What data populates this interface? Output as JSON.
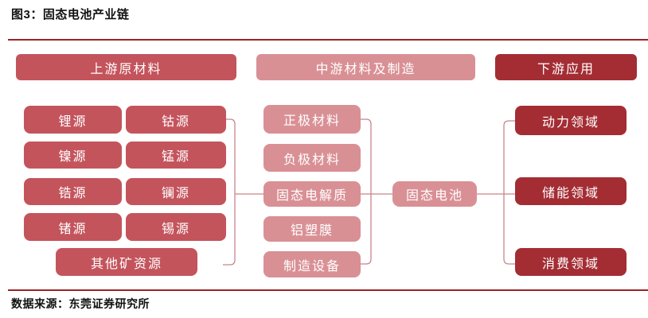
{
  "title": "图3：固态电池产业链",
  "source": "数据来源：东莞证券研究所",
  "colors": {
    "primary_red": "#c4545c",
    "light_pink": "#d99095",
    "dark_red": "#a42d34",
    "connector_line": "#c8858b",
    "rule_line": "#9c2227"
  },
  "upstream": {
    "header": "上游原材料",
    "boxes": [
      "锂源",
      "钴源",
      "镍源",
      "锰源",
      "锆源",
      "镧源",
      "锗源",
      "锡源",
      "其他矿资源"
    ]
  },
  "midstream": {
    "header": "中游材料及制造",
    "boxes": [
      "正极材料",
      "负极材料",
      "固态电解质",
      "铝塑膜",
      "制造设备"
    ],
    "core": "固态电池"
  },
  "downstream": {
    "header": "下游应用",
    "boxes": [
      "动力领域",
      "储能领域",
      "消费领域"
    ]
  }
}
